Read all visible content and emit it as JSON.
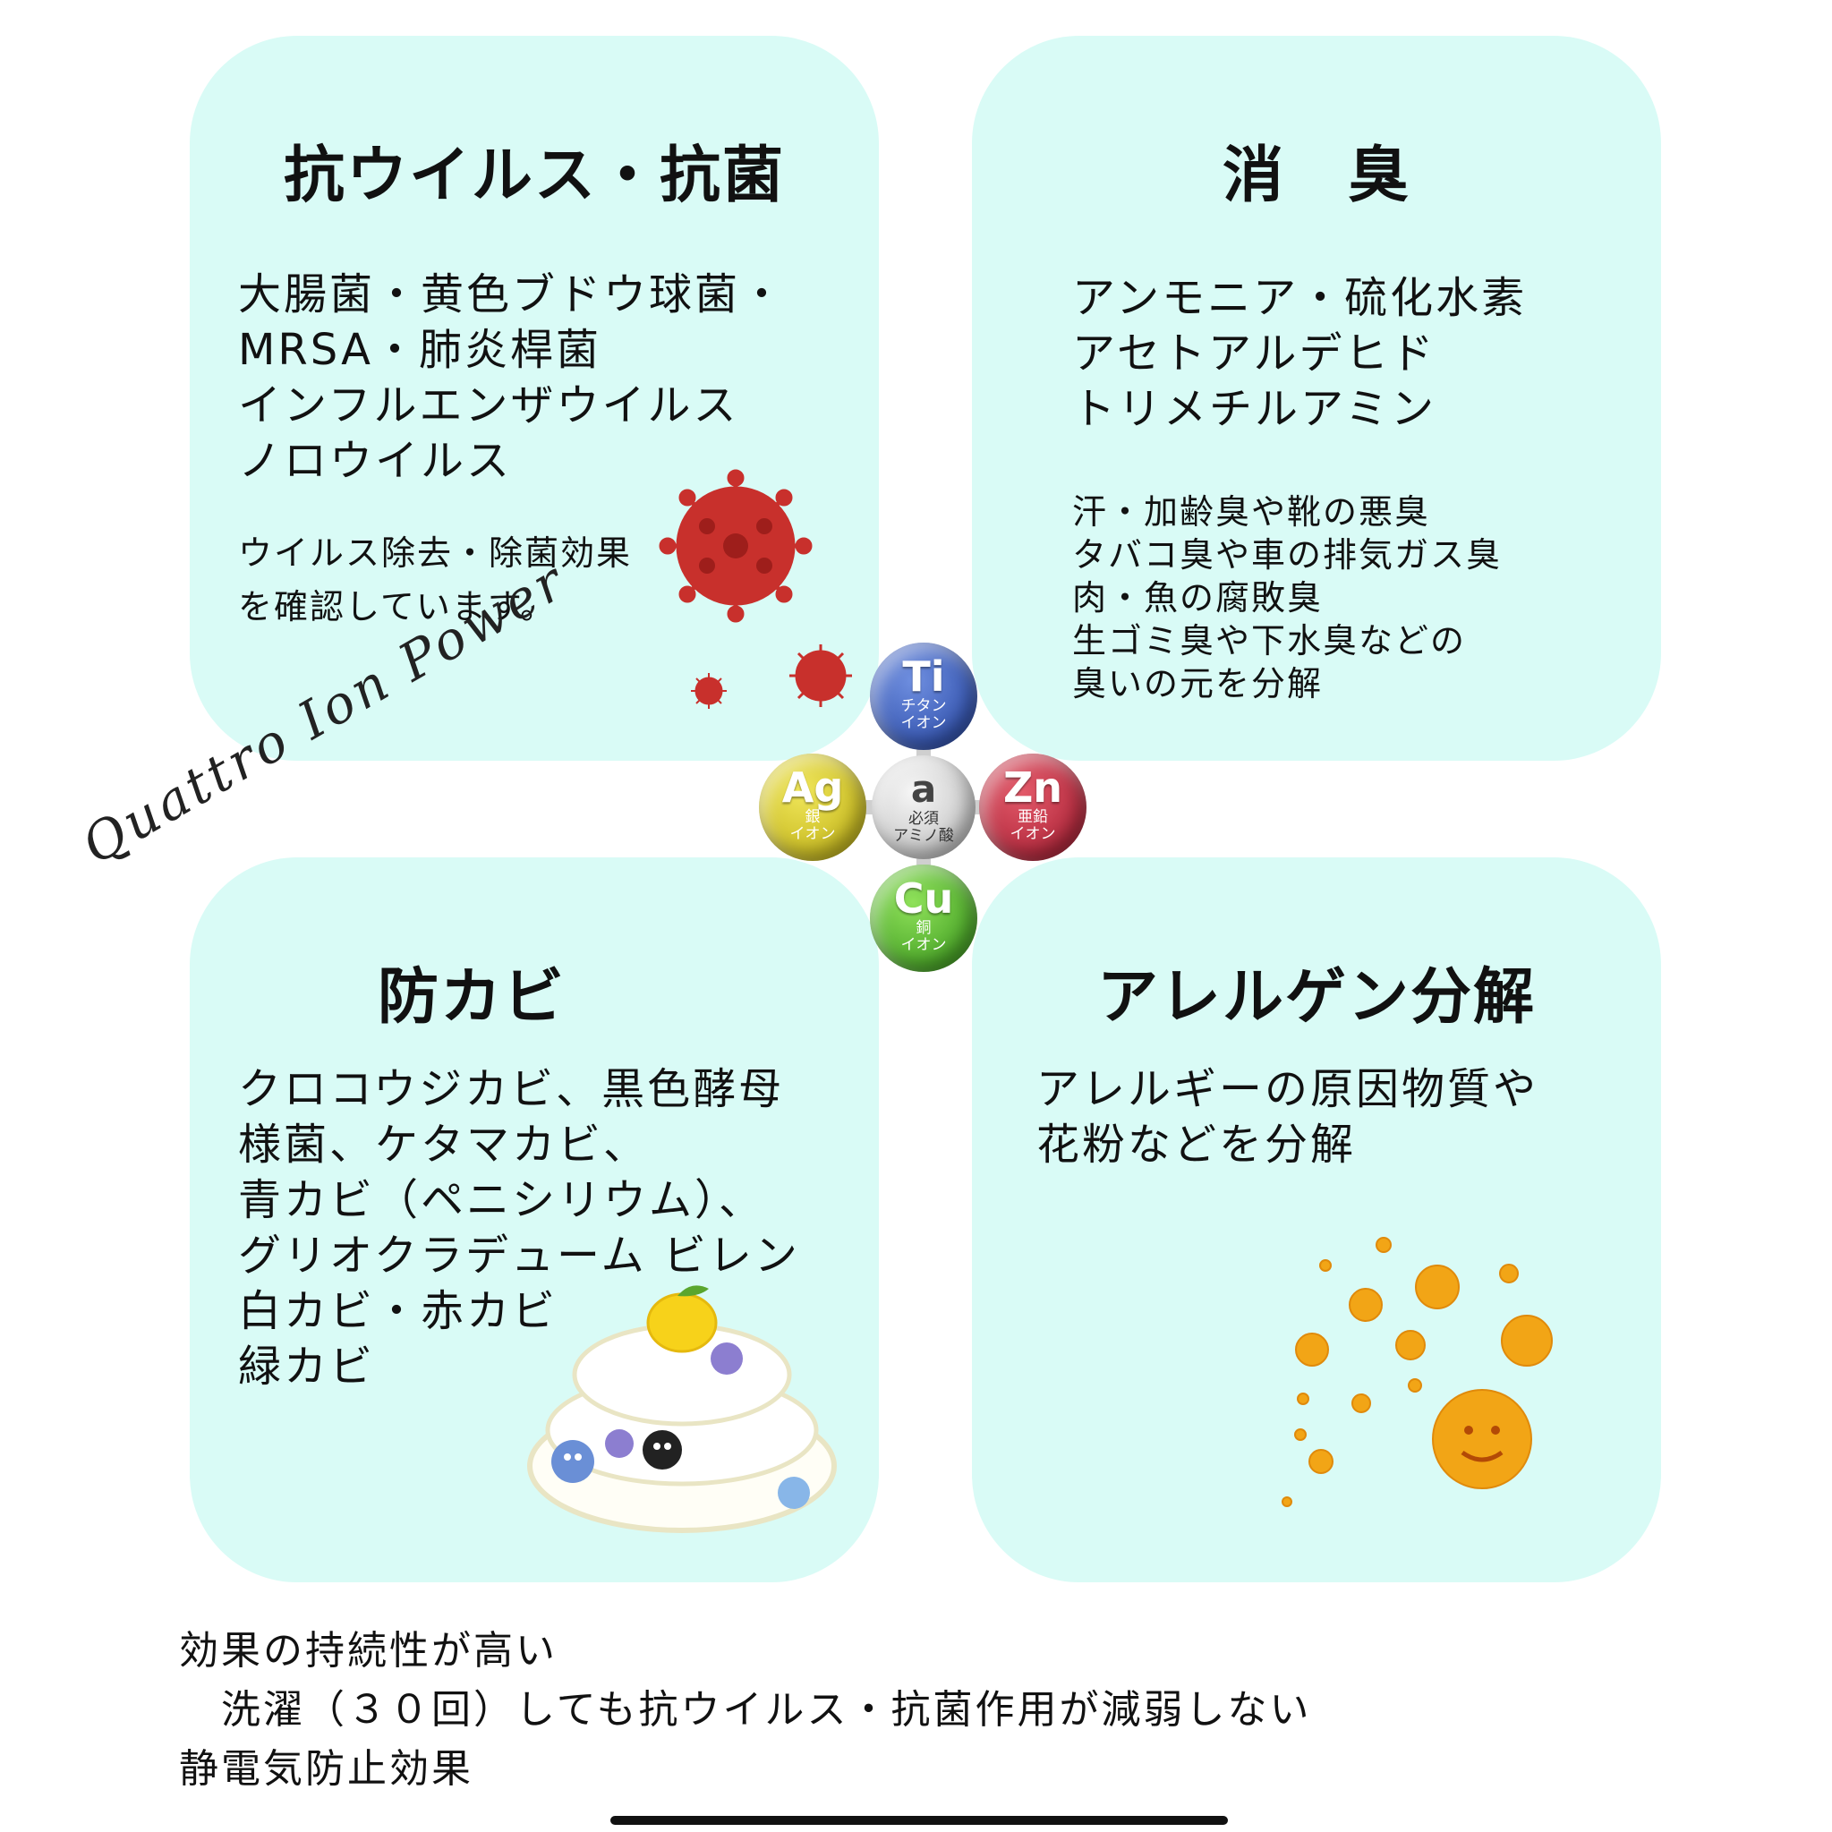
{
  "cards": {
    "antivirus": {
      "title": "抗ウイルス・抗菌",
      "lines": [
        "大腸菌・黄色ブドウ球菌・",
        "MRSA・肺炎桿菌",
        "インフルエンザウイルス",
        "ノロウイルス"
      ],
      "note": [
        "ウイルス除去・除菌効果",
        "を確認しています。"
      ]
    },
    "deodorize": {
      "title": "消　臭",
      "lines": [
        "アンモニア・硫化水素",
        "アセトアルデヒド",
        "トリメチルアミン"
      ],
      "note": [
        "汗・加齢臭や靴の悪臭",
        "タバコ臭や車の排気ガス臭",
        "肉・魚の腐敗臭",
        "生ゴミ臭や下水臭などの",
        "臭いの元を分解"
      ]
    },
    "antimold": {
      "title": "防カビ",
      "lines": [
        "クロコウジカビ、黒色酵母",
        "様菌、ケタマカビ、",
        "青カビ（ペニシリウム）、",
        "グリオクラデューム ビレン",
        "白カビ・赤カビ",
        "緑カビ"
      ]
    },
    "allergen": {
      "title": "アレルゲン分解",
      "lines": [
        "アレルギーの原因物質や",
        "花粉などを分解"
      ]
    }
  },
  "ions": {
    "ti": {
      "symbol": "Ti",
      "label1": "チタン",
      "label2": "イオン"
    },
    "ag": {
      "symbol": "Ag",
      "label1": "銀",
      "label2": "イオン"
    },
    "zn": {
      "symbol": "Zn",
      "label1": "亜鉛",
      "label2": "イオン"
    },
    "cu": {
      "symbol": "Cu",
      "label1": "銅",
      "label2": "イオン"
    },
    "a": {
      "symbol": "a",
      "label1": "必須",
      "label2": "アミノ酸"
    }
  },
  "script_text": "Quattro Ion Power",
  "footer": [
    "効果の持続性が高い",
    "　洗濯（３０回）しても抗ウイルス・抗菌作用が減弱しない",
    "静電気防止効果"
  ],
  "colors": {
    "card_bg": "#d9fbf6",
    "virus_red": "#c8302c",
    "pollen_orange": "#f2a516"
  }
}
